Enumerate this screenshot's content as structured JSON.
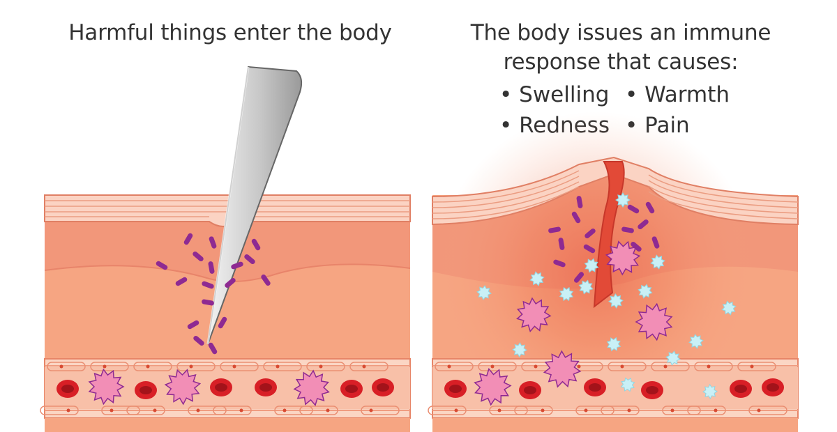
{
  "left_panel": {
    "caption": "Harmful things enter the body"
  },
  "right_panel": {
    "caption_lines": [
      "The body issues an immune",
      "response that causes:"
    ],
    "bullets": [
      "Swelling",
      "Warmth",
      "Redness",
      "Pain"
    ]
  },
  "icons": {
    "bacteria": "bacteria-icon",
    "immune_cell": "immune-cell-icon",
    "red_blood_cell": "red-blood-cell-icon",
    "foreign_object": "needle-icon"
  },
  "colors": {
    "skin_layer": "#f5a98d",
    "skin_top": "#fbd3c3",
    "tissue": "#f6a582",
    "vessel": "#fbd6c4",
    "red_blood_cell": "#d81f26",
    "bacteria": "#8e2a92",
    "immune_cell": "#f28eb6",
    "small_immune_cell": "#c9f0f6",
    "inflammation": "#e9553e"
  }
}
